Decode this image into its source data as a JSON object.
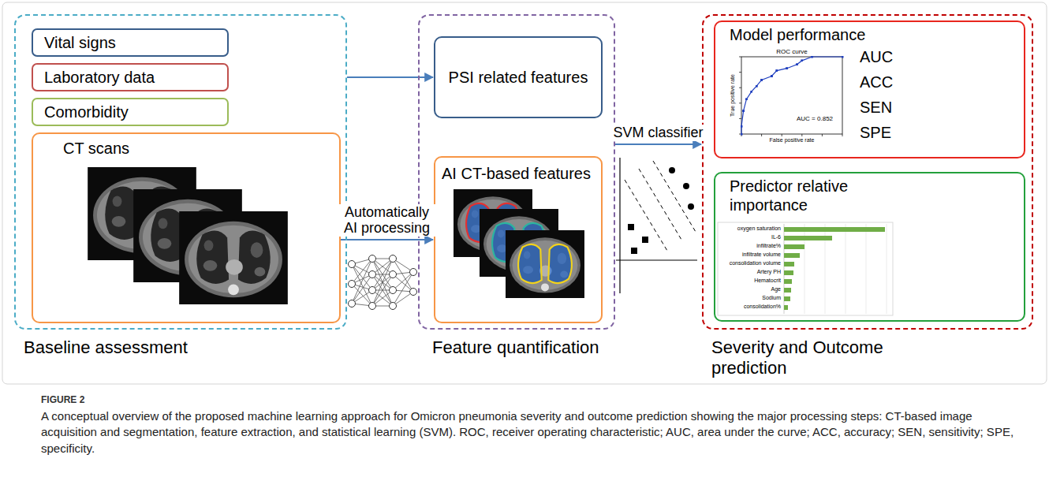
{
  "diagram": {
    "caption": "A conceptual overview of the proposed machine learning approach for Omicron pneumonia severity and outcome prediction showing the major processing steps: CT-based image acquisition and segmentation, feature extraction, and statistical learning (SVM). ROC, receiver operating characteristic; AUC, area under the curve; ACC, accuracy; SEN, sensitivity; SPE, specificity.",
    "nodes": [
      {
        "text": [
          "Baseline assessment"
        ]
      },
      {
        "text": [
          "Vital signs"
        ],
        "in": 0
      },
      {
        "text": [
          "Laboratory data"
        ],
        "in": 0
      },
      {
        "text": [
          "Comorbidity"
        ],
        "in": 0
      },
      {
        "text": [
          "CT scans"
        ],
        "in": 0
      },
      {
        "text": [
          "Feature quantification"
        ]
      },
      {
        "text": [
          "PSI related features"
        ],
        "in": 5
      },
      {
        "text": [
          "AI CT-based features"
        ],
        "in": 5
      },
      {
        "text": [
          "Severity and Outcome prediction"
        ]
      },
      {
        "text": [
          "Model performance",
          "AUC",
          "ACC",
          "SEN",
          "SPE"
        ],
        "in": 8
      },
      {
        "text": [
          "Predictor relative importance"
        ],
        "in": 8
      }
    ],
    "edges": [
      {
        "from": 0,
        "to": 6,
        "arrow": "to"
      },
      {
        "from": 4,
        "to": 7,
        "label": "Automatically AI processing",
        "arrow": "to"
      },
      {
        "from": 5,
        "to": 8,
        "label": "SVM classifier",
        "arrow": "to"
      }
    ],
    "labels": [
      "ROC curve",
      "AUC = 0.852",
      "True positive rate",
      "False positive rate",
      "oxygen saturation",
      "IL-6",
      "infiltrate%",
      "infiltrate volume",
      "consolidation volume",
      "Artery PH",
      "Hematocrit",
      "Age",
      "Sodium",
      "consolidation%",
      "FIGURE 2"
    ]
  }
}
